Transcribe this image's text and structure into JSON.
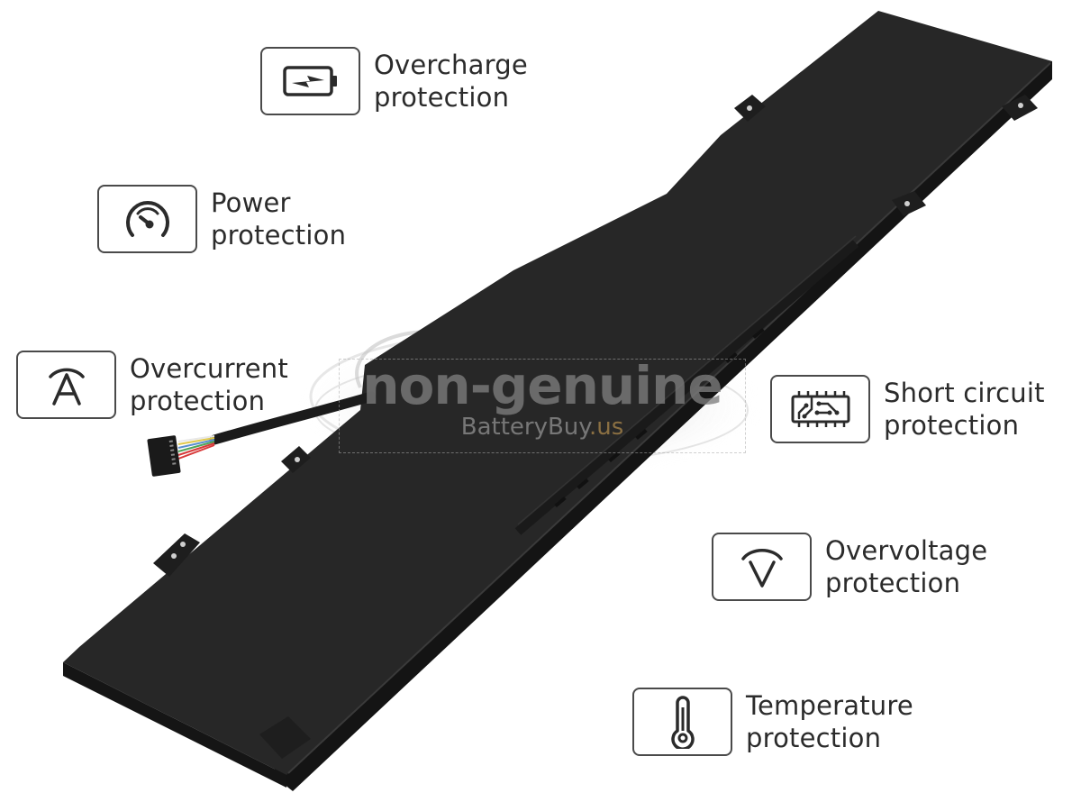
{
  "image": {
    "subject": "laptop-battery-product-render",
    "background_color": "#ffffff",
    "battery_color": "#262626",
    "text_color": "#2b2b2b",
    "icon_border_color": "#4a4a4a"
  },
  "features": [
    {
      "id": "overcharge",
      "icon": "battery-charging-icon",
      "line1": "Overcharge",
      "line2": "protection"
    },
    {
      "id": "power",
      "icon": "gauge-icon",
      "line1": "Power",
      "line2": "protection"
    },
    {
      "id": "overcurrent",
      "icon": "ampere-icon",
      "line1": "Overcurrent",
      "line2": "protection"
    },
    {
      "id": "short-circuit",
      "icon": "circuit-chip-icon",
      "line1": "Short circuit",
      "line2": "protection"
    },
    {
      "id": "overvoltage",
      "icon": "voltage-icon",
      "line1": "Overvoltage",
      "line2": "protection"
    },
    {
      "id": "temperature",
      "icon": "thermometer-icon",
      "line1": "Temperature",
      "line2": "protection"
    }
  ],
  "watermark": {
    "main": "non-genuine",
    "sub_brand": "BatteryBuy",
    "sub_tld": ".us"
  }
}
